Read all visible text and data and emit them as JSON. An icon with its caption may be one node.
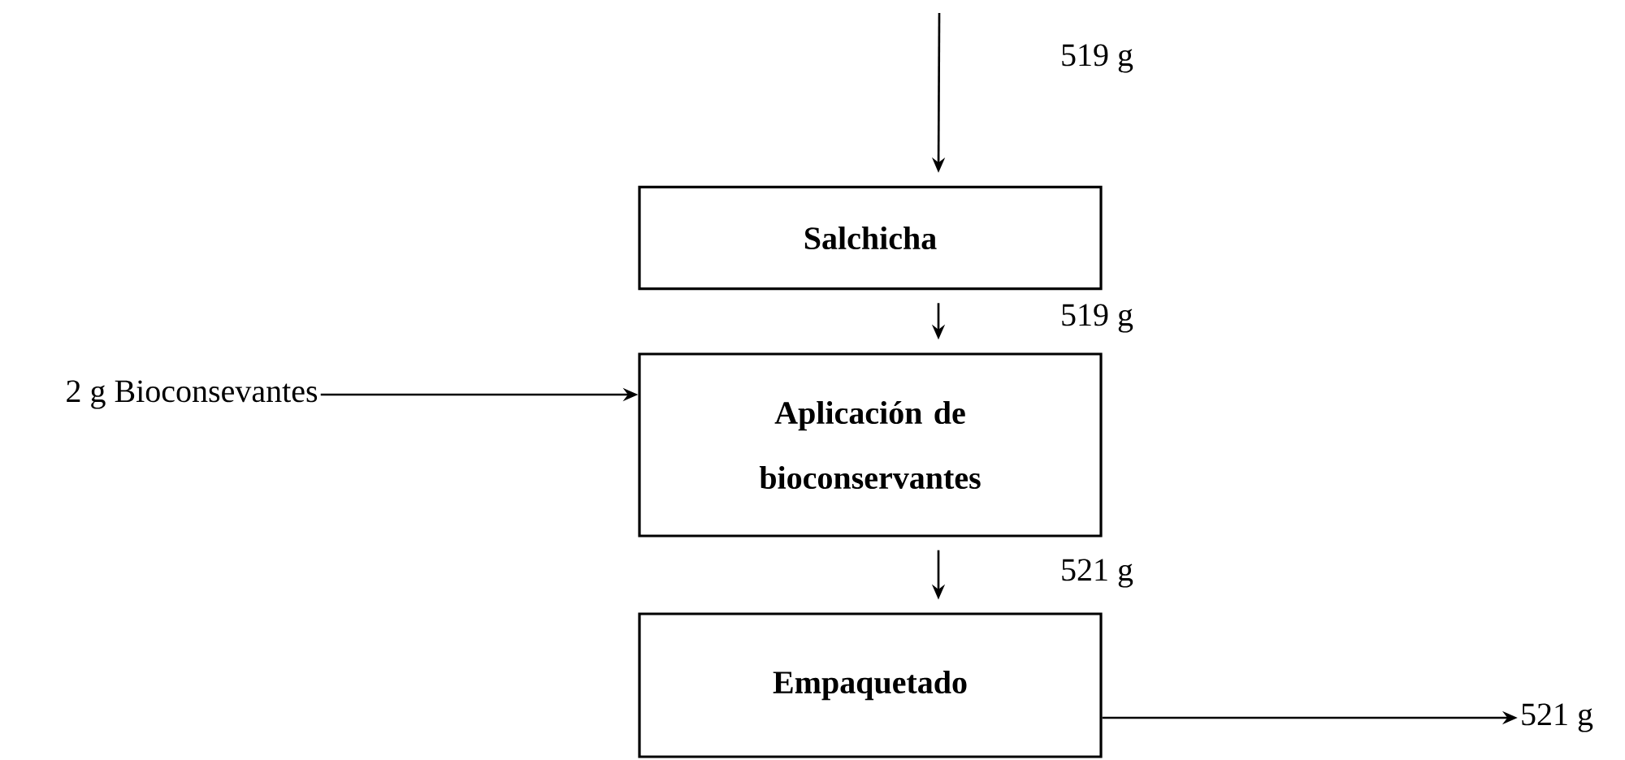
{
  "diagram": {
    "nodes": [
      {
        "text": [
          "Salchicha"
        ]
      },
      {
        "text": [
          "Aplicación de bioconservantes"
        ]
      },
      {
        "text": [
          "Empaquetado"
        ]
      },
      {
        "text": [
          "2 g Bioconsevantes"
        ]
      },
      {
        "text": [
          "521 g"
        ]
      }
    ],
    "edges": [
      {
        "from": null,
        "to": 0,
        "arrow": "to",
        "label": "519 g"
      },
      {
        "from": 0,
        "to": 1,
        "arrow": "to",
        "label": "519 g"
      },
      {
        "from": 1,
        "to": 2,
        "arrow": "to",
        "label": "521 g"
      },
      {
        "from": 3,
        "to": 1,
        "arrow": "to"
      },
      {
        "from": 2,
        "to": 4,
        "arrow": "to"
      }
    ]
  }
}
